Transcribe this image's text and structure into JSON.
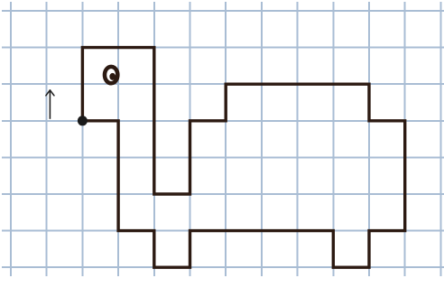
{
  "grid": {
    "columns": 12,
    "rows": 7
  },
  "drawing": {
    "shape": "turtle",
    "start_point": [
      2,
      3
    ],
    "direction": "up",
    "path": [
      [
        2,
        3
      ],
      [
        2,
        1
      ],
      [
        4,
        1
      ],
      [
        4,
        5
      ],
      [
        5,
        5
      ],
      [
        5,
        3
      ],
      [
        6,
        3
      ],
      [
        6,
        2
      ],
      [
        10,
        2
      ],
      [
        10,
        3
      ],
      [
        11,
        3
      ],
      [
        11,
        6
      ],
      [
        10,
        6
      ],
      [
        10,
        7
      ],
      [
        9,
        7
      ],
      [
        9,
        6
      ],
      [
        5,
        6
      ],
      [
        5,
        7
      ],
      [
        4,
        7
      ],
      [
        4,
        6
      ],
      [
        3,
        6
      ],
      [
        3,
        3
      ],
      [
        2,
        3
      ]
    ],
    "eye": [
      2.8,
      1.75
    ]
  },
  "colors": {
    "paper": "#ffffff",
    "grid_line": "#a9bdd4",
    "grid_border": "#c5d3e2",
    "outline": "#2c1a12",
    "dot": "#1a1a1a",
    "arrow": "#222222"
  },
  "icons": {
    "arrow": "up-arrow-icon",
    "eye": "eye-icon",
    "start": "start-dot-icon"
  }
}
